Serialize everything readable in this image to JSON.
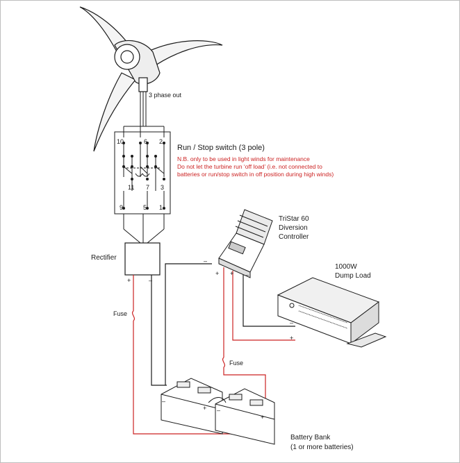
{
  "labels": {
    "three_phase": "3 phase out",
    "switch_title": "Run / Stop switch (3 pole)",
    "switch_note": [
      "N.B. only to be used in light winds for maintenance",
      "Do not let the turbine run ‘off load’ (i.e. not connected to",
      "batteries or run/stop switch in off position during high winds)"
    ],
    "rectifier": "Rectifier",
    "fuse_1": "Fuse",
    "fuse_2": "Fuse",
    "controller": [
      "TriStar 60",
      "Diversion",
      "Controller"
    ],
    "dump_load": [
      "1000W",
      "Dump Load"
    ],
    "battery_bank": [
      "Battery Bank",
      "(1 or more batteries)"
    ],
    "pin_top": [
      "10",
      "6",
      "2"
    ],
    "pin_mid": [
      "11",
      "7",
      "3"
    ],
    "pin_bot": [
      "9",
      "5",
      "1"
    ],
    "plus": "+",
    "minus": "–"
  },
  "colors": {
    "positive_wire": "#cc2222",
    "negative_wire": "#1a1a1a",
    "note_text": "#cc2222"
  }
}
